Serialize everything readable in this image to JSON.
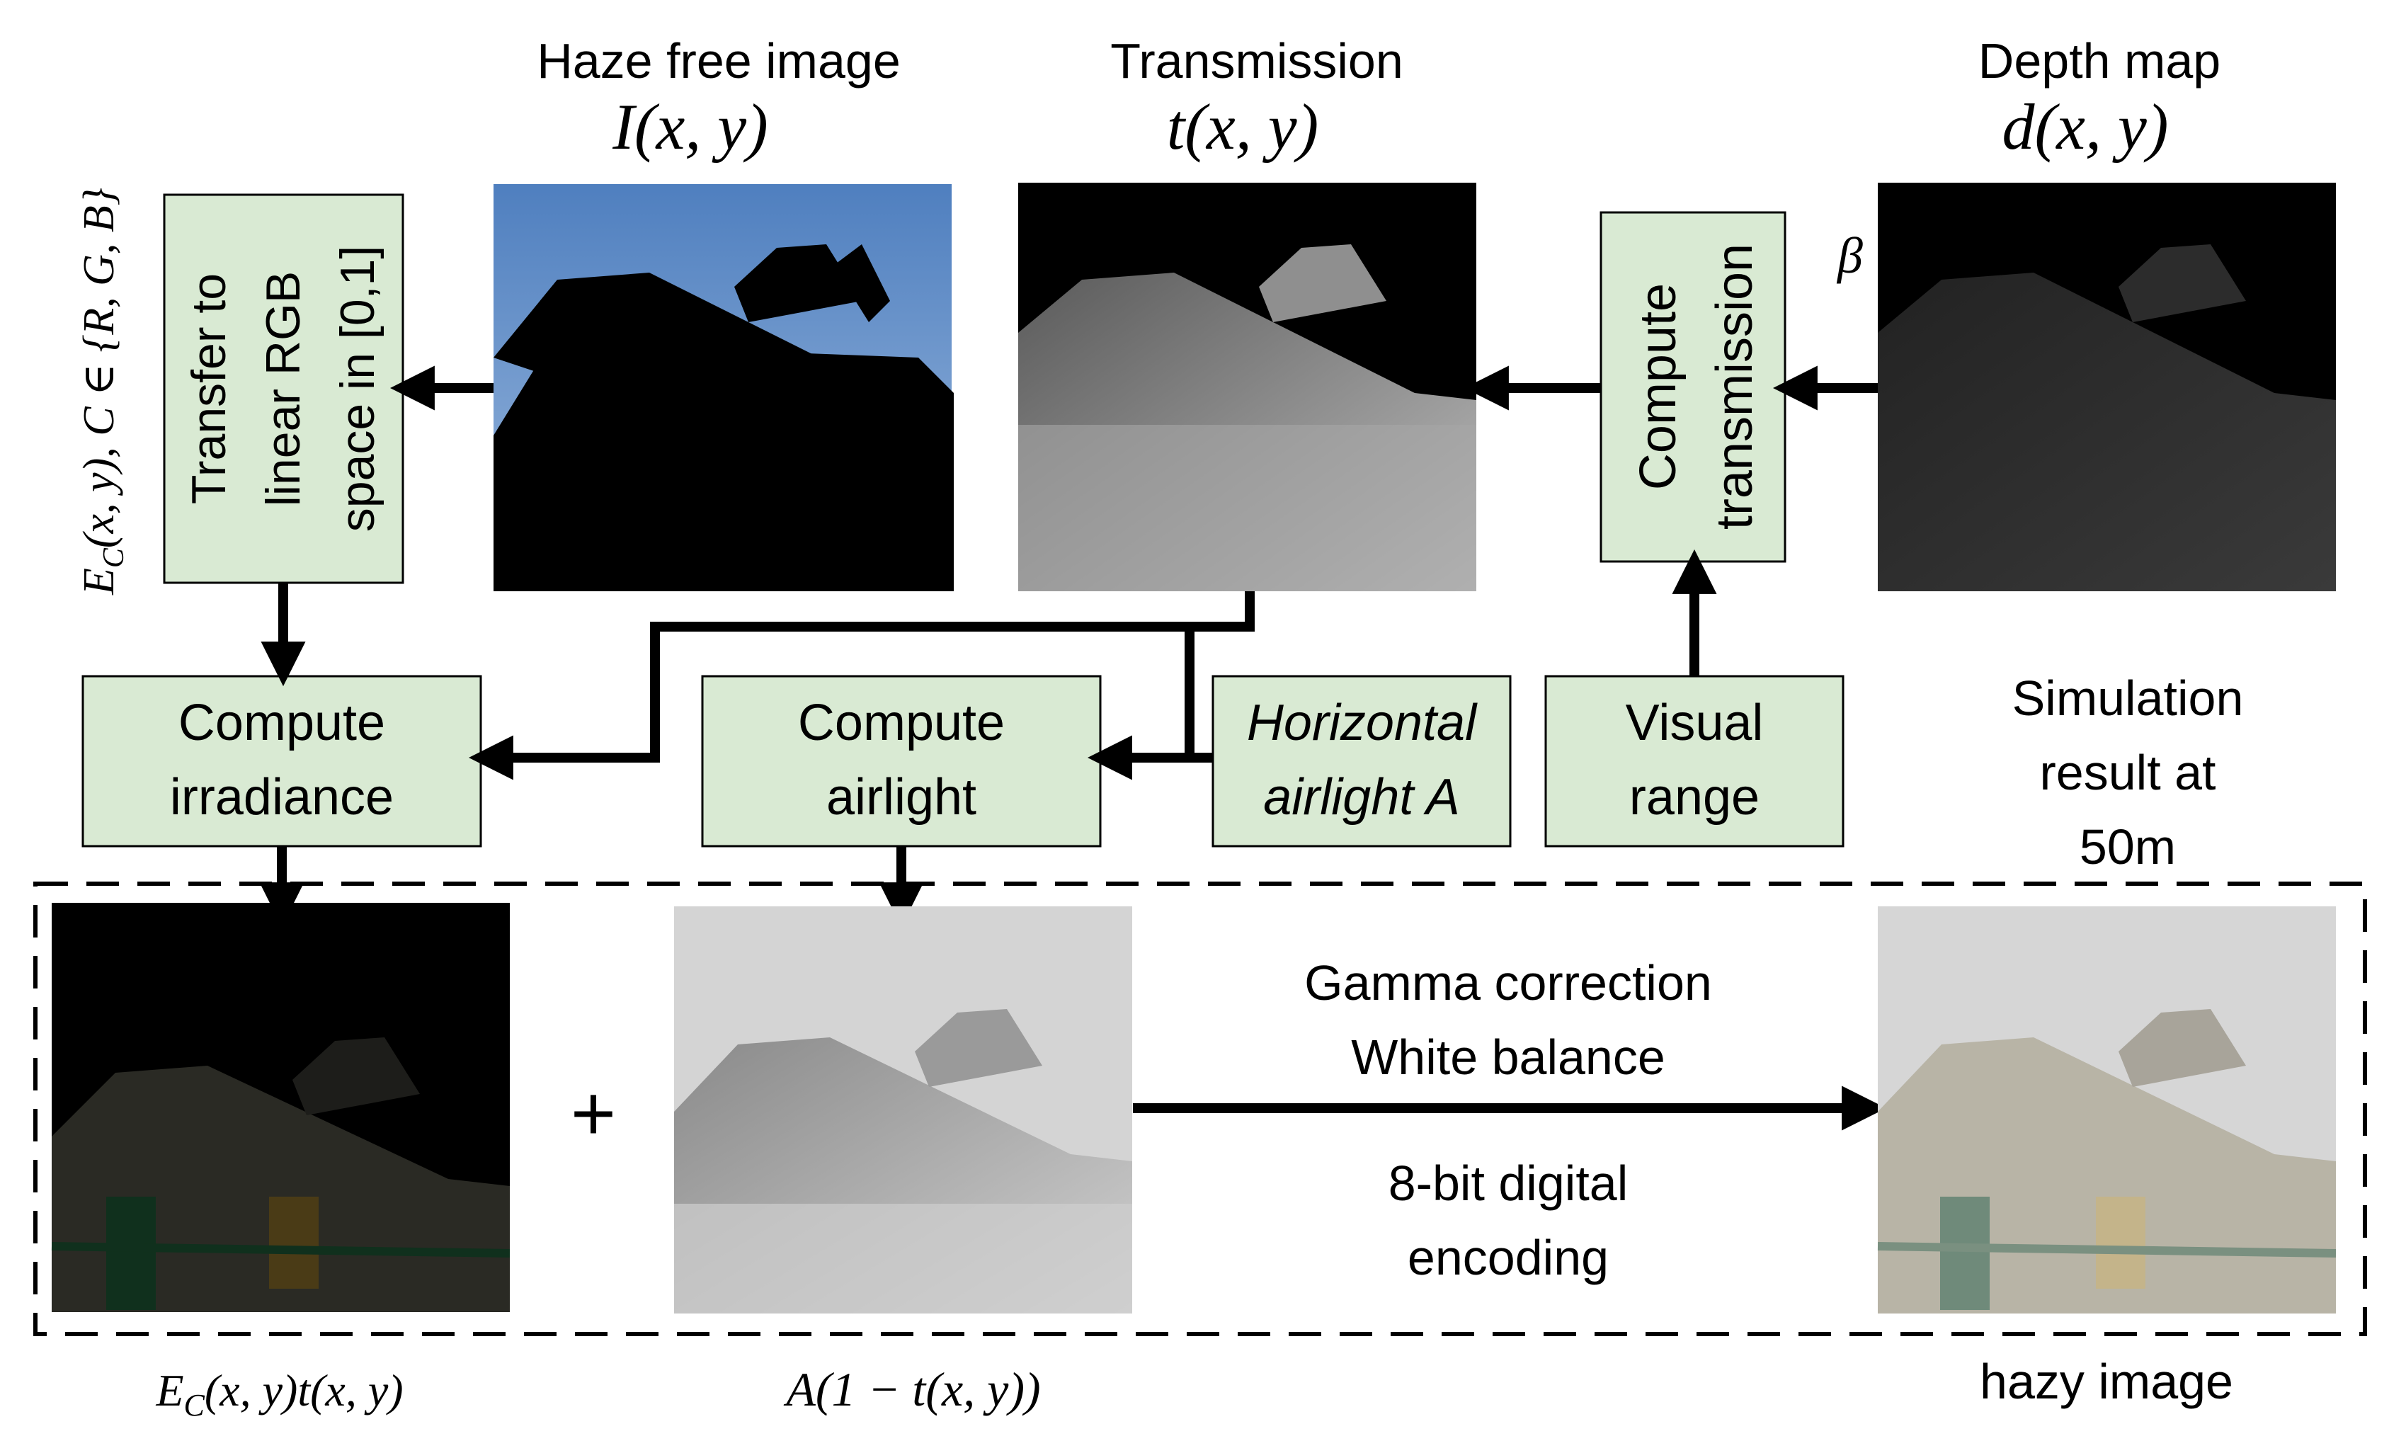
{
  "titles": {
    "haze_free": "Haze free image",
    "haze_free_formula": "I(x, y)",
    "transmission": "Transmission",
    "transmission_formula": "t(x, y)",
    "depth": "Depth map",
    "depth_formula": "d(x, y)"
  },
  "side_label": "E",
  "side_label_sub": "C",
  "side_label_rest": "(x, y), C ∈ {R, G, B}",
  "beta": "β",
  "boxes": {
    "transfer": [
      "Transfer to",
      "linear RGB",
      "space in [0,1]"
    ],
    "compute_transmission": [
      "Compute",
      "transmission"
    ],
    "compute_irradiance": [
      "Compute",
      "irradiance"
    ],
    "compute_airlight": [
      "Compute",
      "airlight"
    ],
    "horizontal_airlight": [
      "Horizontal",
      "airlight A"
    ],
    "visual_range": [
      "Visual",
      "range"
    ]
  },
  "simulation_note": [
    "Simulation",
    "result at",
    "50m"
  ],
  "plus": "+",
  "processing": {
    "line1": "Gamma correction",
    "line2": "White balance",
    "line3": "8-bit digital",
    "line4": "encoding"
  },
  "captions": {
    "irradiance_e": "E",
    "irradiance_sub": "C",
    "irradiance_rest": "(x, y)t(x, y)",
    "airlight": "A(1 − t(x, y))",
    "hazy": "hazy image"
  },
  "colors": {
    "box_fill": "#d9ead3",
    "sky": "#4f7fbf",
    "building_green": "#1f5e3a",
    "wall_cream": "#f1ecd9"
  }
}
